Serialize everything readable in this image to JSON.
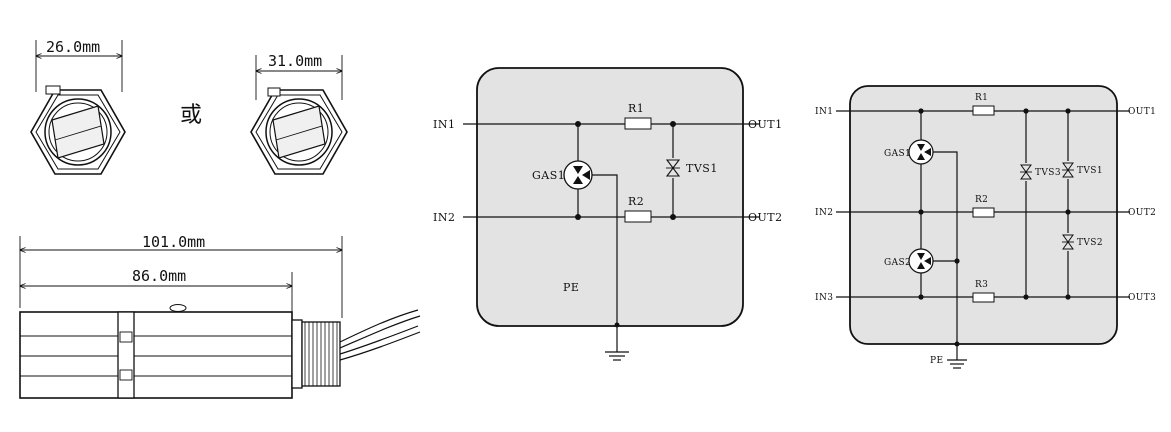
{
  "dimensions": {
    "hex_small_width": "26.0mm",
    "hex_large_width": "31.0mm",
    "or_text": "或",
    "total_length": "101.0mm",
    "body_length": "86.0mm"
  },
  "circuit1": {
    "in1": "IN1",
    "in2": "IN2",
    "out1": "OUT1",
    "out2": "OUT2",
    "r1": "R1",
    "r2": "R2",
    "gas1": "GAS1",
    "tvs1": "TVS1",
    "pe": "PE"
  },
  "circuit2": {
    "in1": "IN1",
    "in2": "IN2",
    "in3": "IN3",
    "out1": "OUT1",
    "out2": "OUT2",
    "out3": "OUT3",
    "r1": "R1",
    "r2": "R2",
    "r3": "R3",
    "gas1": "GAS1",
    "gas2": "GAS2",
    "tvs1": "TVS1",
    "tvs2": "TVS2",
    "tvs3": "TVS3",
    "pe": "PE"
  }
}
